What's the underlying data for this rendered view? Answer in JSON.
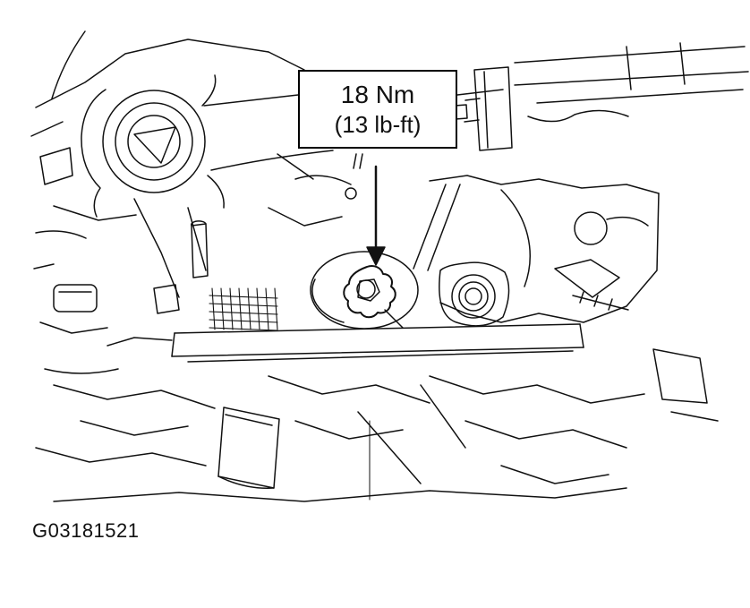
{
  "figure": {
    "id_label": "G03181521"
  },
  "callout": {
    "line1": "18 Nm",
    "line2": "(13 lb-ft)"
  },
  "icons": {
    "callout_arrow": "arrow-down"
  },
  "colors": {
    "line": "#111111",
    "background": "#ffffff",
    "callout_border": "#000000"
  }
}
